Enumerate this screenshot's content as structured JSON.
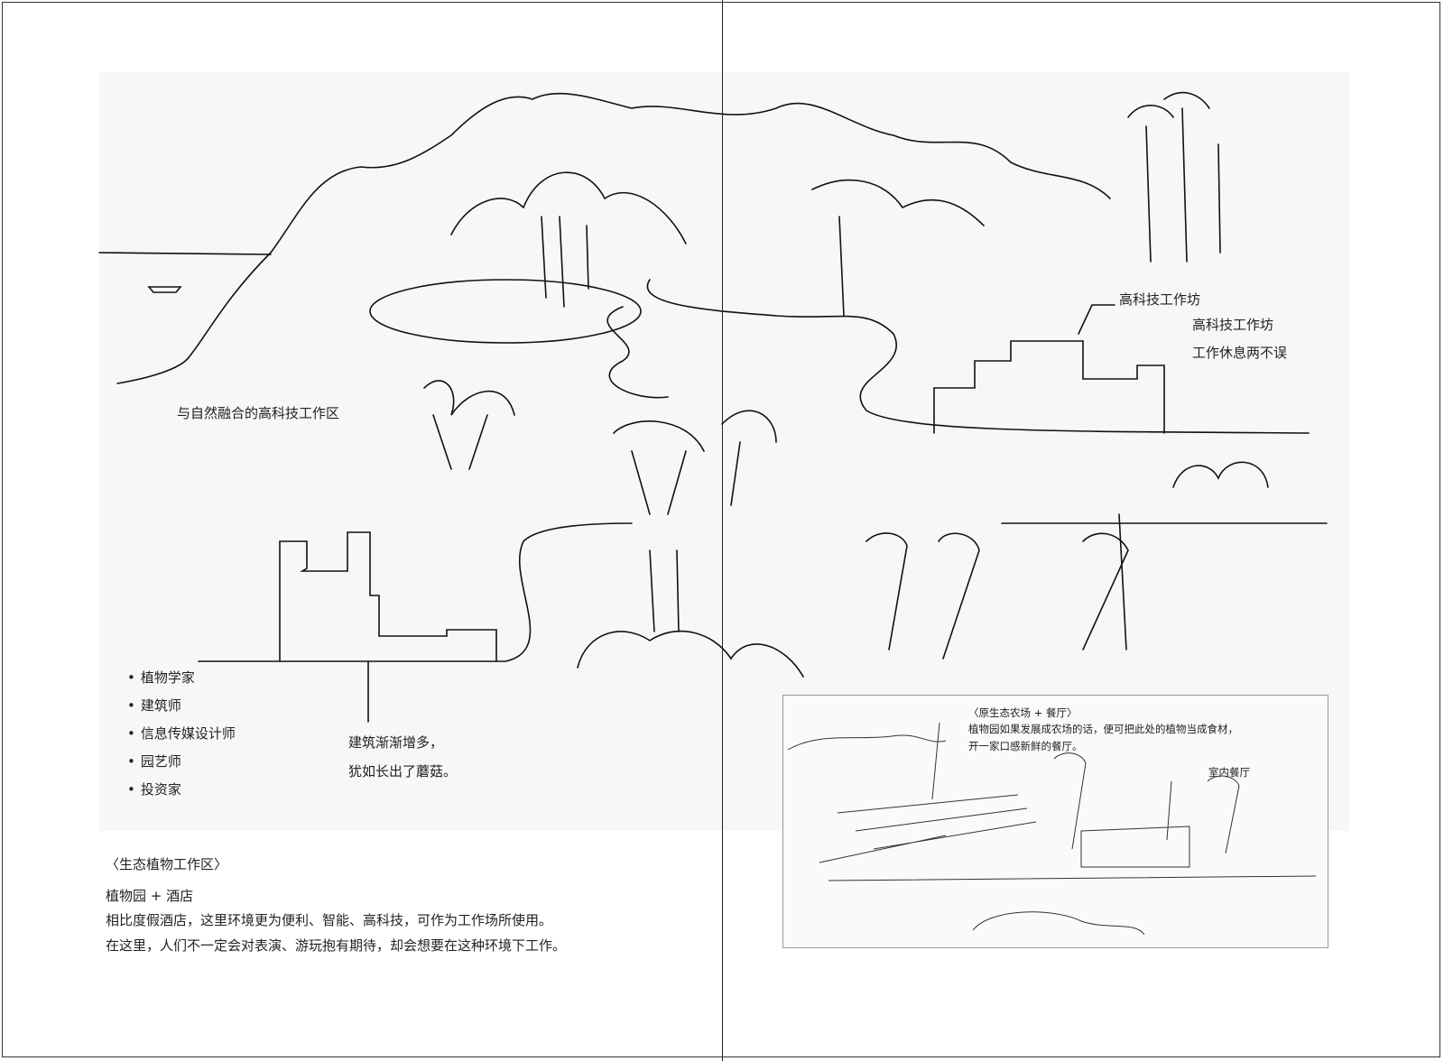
{
  "sketch_labels": {
    "hightech_zone": "与自然融合的高科技工作区",
    "workshop_label": "高科技工作坊",
    "workshop_title": "高科技工作坊",
    "workshop_desc": "工作休息两不误",
    "mushroom_line1": "建筑渐渐增多，",
    "mushroom_line2": "犹如长出了蘑菇。"
  },
  "roles": [
    "植物学家",
    "建筑师",
    "信息传媒设计师",
    "园艺师",
    "投资家"
  ],
  "caption": {
    "title": "〈生态植物工作区〉",
    "subtitle": "植物园 + 酒店",
    "line1": "相比度假酒店，这里环境更为便利、智能、高科技，可作为工作场所使用。",
    "line2": "在这里，人们不一定会对表演、游玩抱有期待，却会想要在这种环境下工作。"
  },
  "inset": {
    "title": "〈原生态农场 + 餐厅〉",
    "line1": "植物园如果发展成农场的话，便可把此处的植物当成食材，",
    "line2": "开一家口感新鲜的餐厅。",
    "restaurant_label": "室内餐厅"
  }
}
